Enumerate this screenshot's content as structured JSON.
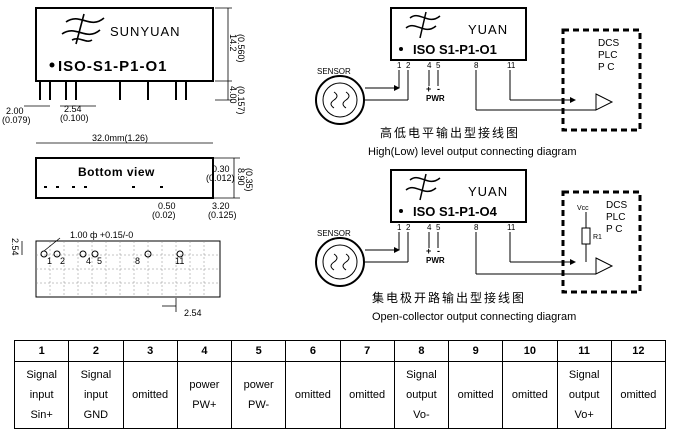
{
  "module": {
    "brand": "SUNYUAN",
    "model": "ISO-S1-P1-O1",
    "dim_height": "14.2",
    "dim_height_in": "(0.560)",
    "dim_pin_len": "4.00",
    "dim_pin_len_in": "(0.157)",
    "dim_pin_pitch": "2.54",
    "dim_pin_pitch_in": "(0.100)",
    "dim_pin_width": "2.00",
    "dim_pin_width_in": "(0.079)"
  },
  "bottom_view": {
    "length": "32.0mm(1.26)",
    "label": "Bottom view",
    "dim_a": "0.30",
    "dim_a_in": "(0.012)",
    "dim_b": "8.90",
    "dim_b_in": "(0.35)",
    "dim_c": "0.50",
    "dim_c_in": "(0.02)",
    "dim_d": "3.20",
    "dim_d_in": "(0.125)"
  },
  "footprint": {
    "hole_spec": "1.00 ф +0.15/-0",
    "pitch_left": "2.54",
    "pitch_bottom": "2.54",
    "pins": [
      "1",
      "2",
      "4",
      "5",
      "8",
      "11"
    ]
  },
  "diagram1": {
    "brand": "YUAN",
    "model": "ISO S1-P1-O1",
    "sensor": "SENSOR",
    "pwr": "PWR",
    "pins": [
      "1",
      "2",
      "4",
      "5",
      "8",
      "11"
    ],
    "dcs_lines": [
      "DCS",
      "PLC",
      "P  C"
    ],
    "title_zh": "高低电平输出型接线图",
    "title_en": "High(Low) level output connecting diagram"
  },
  "diagram2": {
    "brand": "YUAN",
    "model": "ISO S1-P1-O4",
    "sensor": "SENSOR",
    "pwr": "PWR",
    "pins": [
      "1",
      "2",
      "4",
      "5",
      "8",
      "11"
    ],
    "vcc": "Vcc",
    "r1": "R1",
    "dcs_lines": [
      "DCS",
      "PLC",
      "P  C"
    ],
    "title_zh": "集电极开路输出型接线图",
    "title_en": "Open-collector output connecting diagram"
  },
  "pin_table": {
    "numbers": [
      "1",
      "2",
      "3",
      "4",
      "5",
      "6",
      "7",
      "8",
      "9",
      "10",
      "11",
      "12"
    ],
    "functions": [
      [
        "Signal",
        "input",
        "Sin+"
      ],
      [
        "Signal",
        "input",
        "GND"
      ],
      [
        "omitted"
      ],
      [
        "power",
        "PW+"
      ],
      [
        "power",
        "PW-"
      ],
      [
        "omitted"
      ],
      [
        "omitted"
      ],
      [
        "Signal",
        "output",
        "Vo-"
      ],
      [
        "omitted"
      ],
      [
        "omitted"
      ],
      [
        "Signal",
        "output",
        "Vo+"
      ],
      [
        "omitted"
      ]
    ]
  }
}
